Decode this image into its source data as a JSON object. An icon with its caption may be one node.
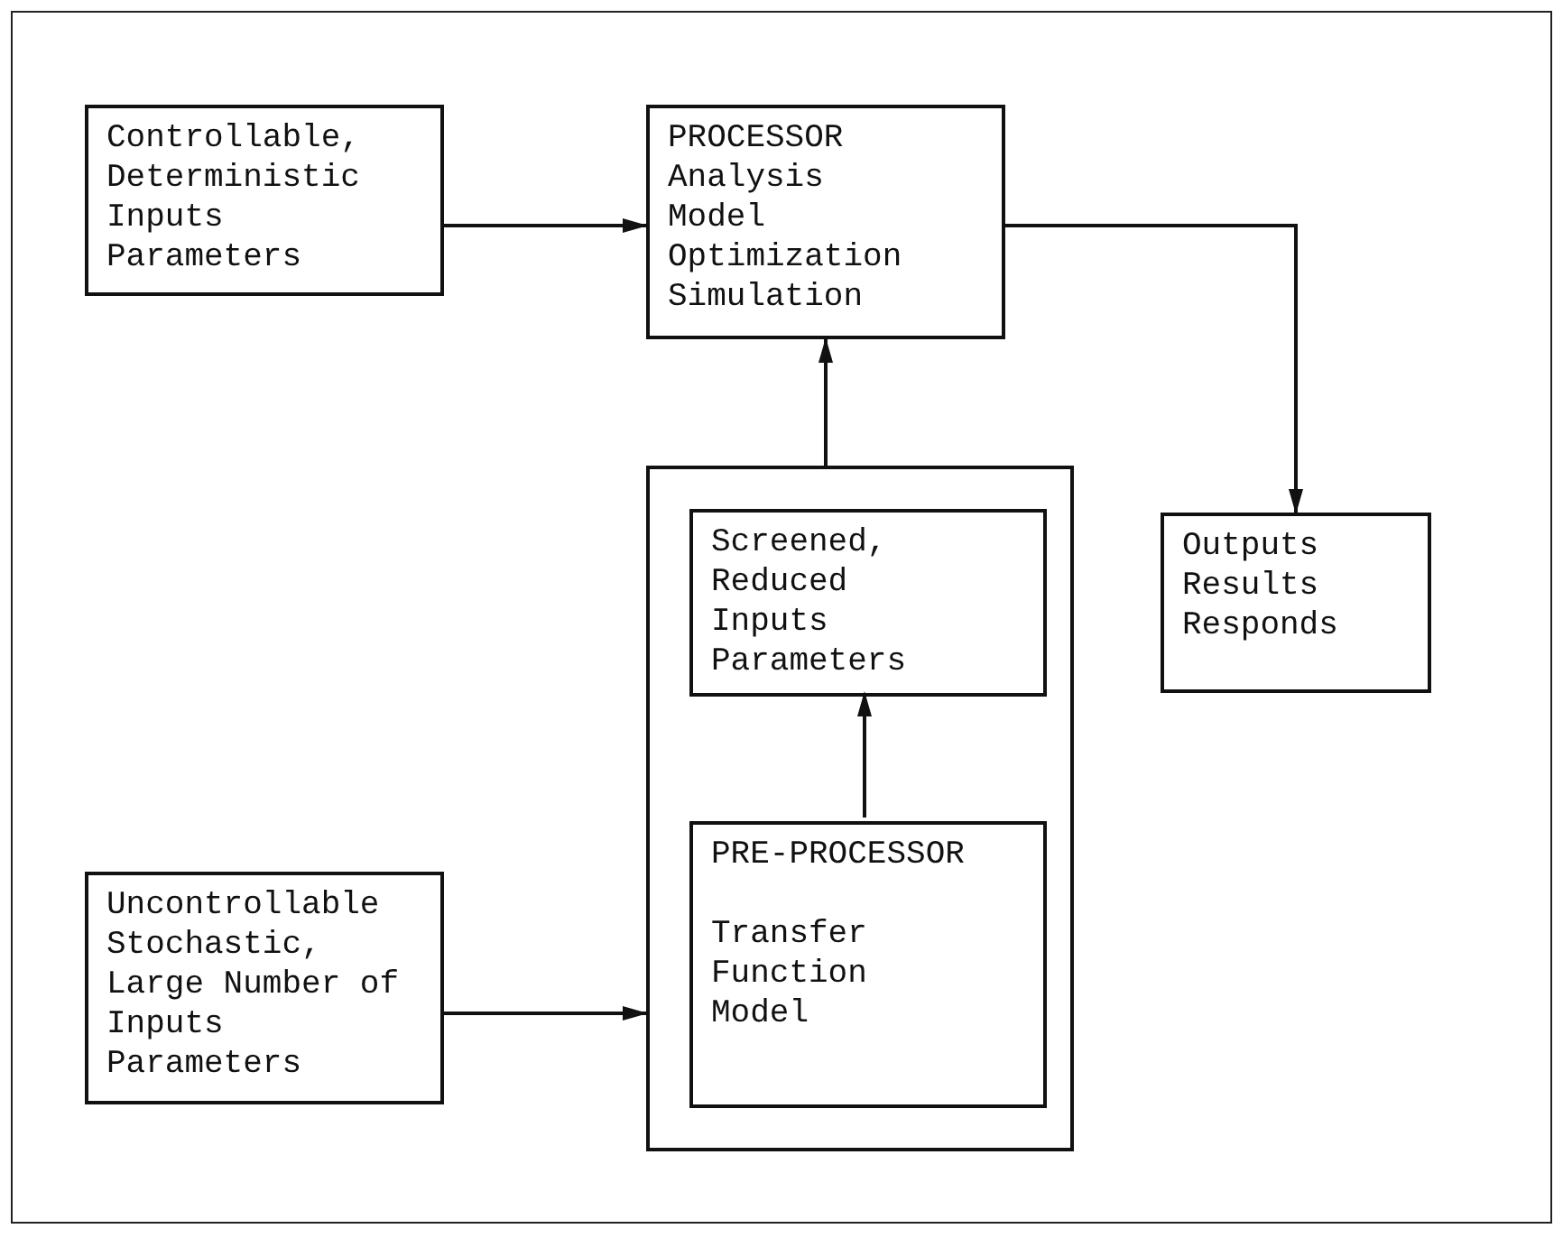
{
  "diagram": {
    "nodes": [
      {
        "text": [
          "Controllable, Deterministic Inputs Parameters"
        ]
      },
      {
        "text": [
          "PROCESSOR",
          "Analysis Model Optimization Simulation"
        ]
      },
      {
        "text": [
          "Outputs Results Responds"
        ]
      },
      {
        "text": [],
        "shape": "box"
      },
      {
        "text": [
          "Screened, Reduced Inputs Parameters"
        ],
        "in": 3
      },
      {
        "text": [
          "PRE-PROCESSOR",
          "Transfer Function Model"
        ],
        "in": 3
      },
      {
        "text": [
          "Uncontrollable Stochastic, Large Number of Inputs Parameters"
        ]
      }
    ],
    "edges": [
      {
        "from": 0,
        "to": 1,
        "arrow": "to"
      },
      {
        "from": 1,
        "to": 2,
        "arrow": "to"
      },
      {
        "from": 3,
        "to": 1,
        "arrow": "to"
      },
      {
        "from": 5,
        "to": 4,
        "arrow": "to"
      },
      {
        "from": 6,
        "to": 3,
        "arrow": "to"
      }
    ]
  }
}
